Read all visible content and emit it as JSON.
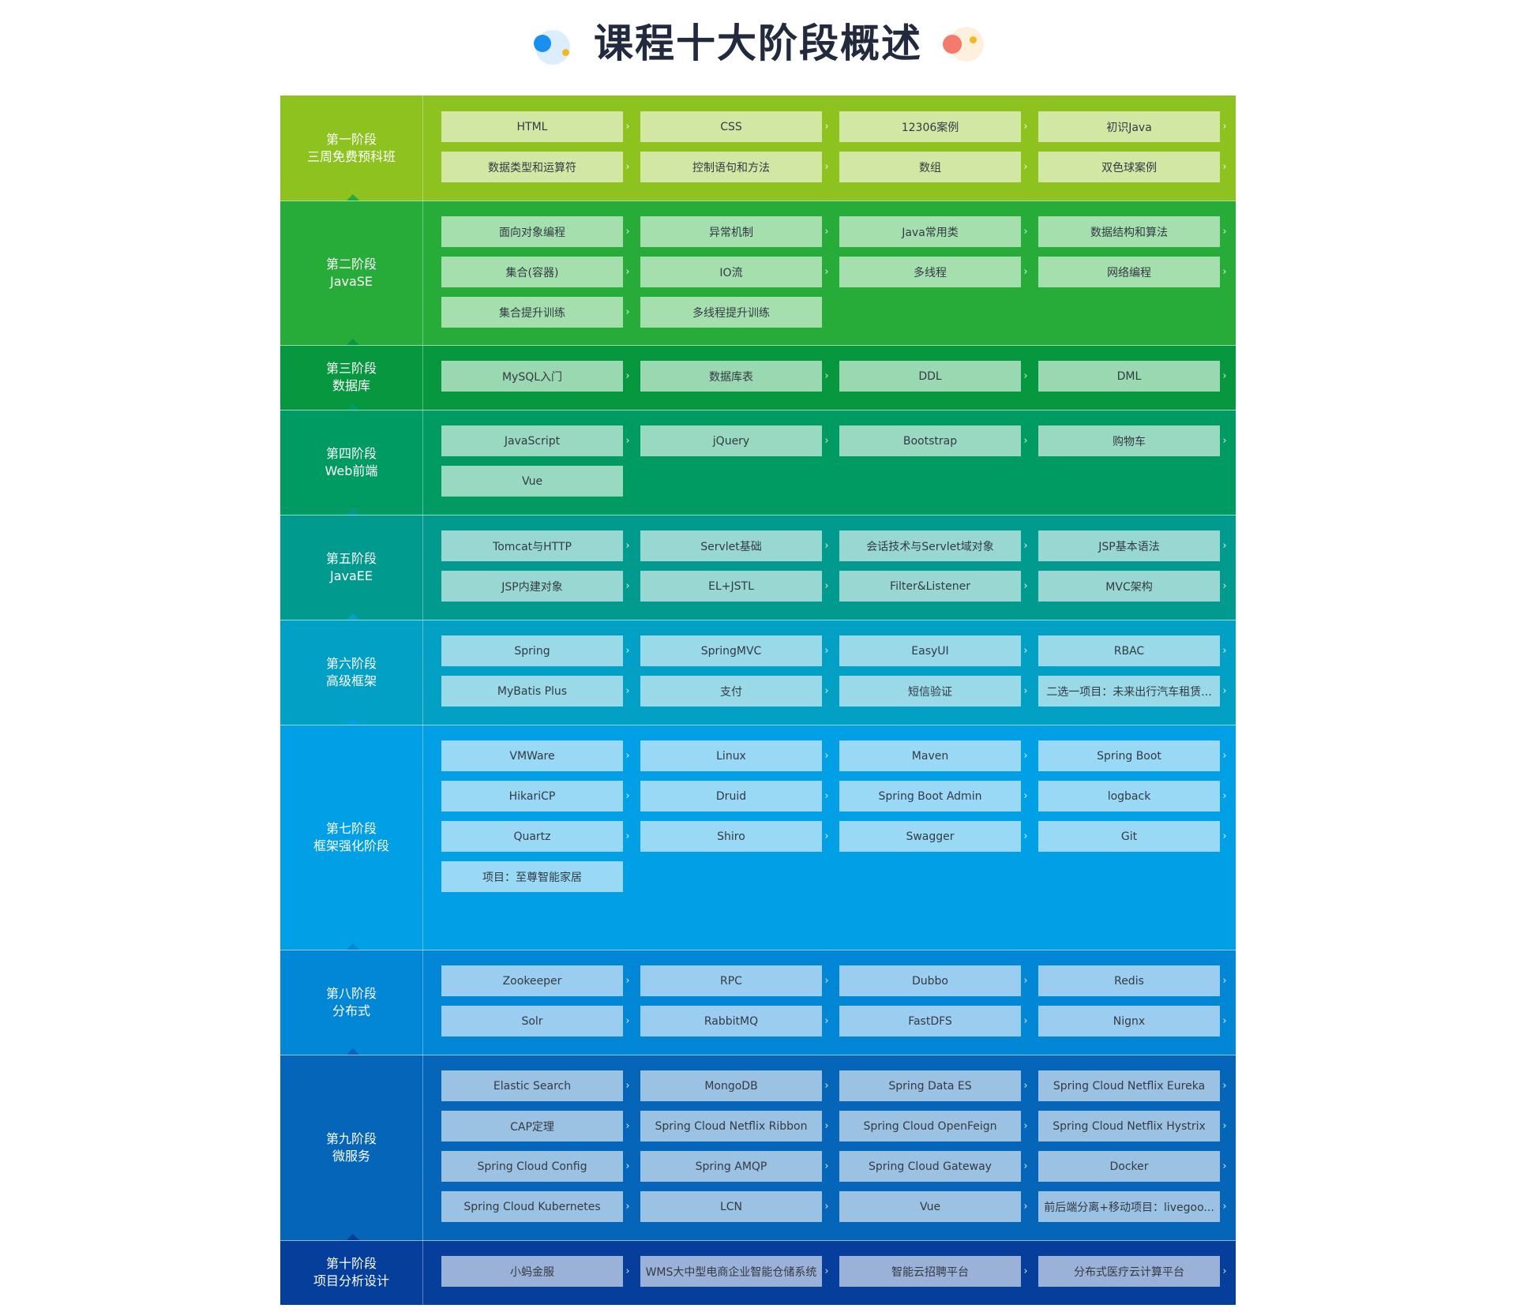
{
  "page": {
    "title": "课程十大阶段概述"
  },
  "stages": [
    {
      "name": "第一阶段",
      "subtitle": "三周免费预科班",
      "color": "#8dc21f",
      "item_bg": "#d3e7a5",
      "items": [
        "HTML",
        "CSS",
        "12306案例",
        "初识Java",
        "数据类型和运算符",
        "控制语句和方法",
        "数组",
        "双色球案例"
      ]
    },
    {
      "name": "第二阶段",
      "subtitle": "JavaSE",
      "color": "#27ac39",
      "item_bg": "#a6dfae",
      "items": [
        "面向对象编程",
        "异常机制",
        "Java常用类",
        "数据结构和算法",
        "集合(容器)",
        "IO流",
        "多线程",
        "网络编程",
        "集合提升训练",
        "多线程提升训练"
      ]
    },
    {
      "name": "第三阶段",
      "subtitle": "数据库",
      "color": "#07973f",
      "item_bg": "#99d8b0",
      "items": [
        "MySQL入门",
        "数据库表",
        "DDL",
        "DML"
      ]
    },
    {
      "name": "第四阶段",
      "subtitle": "Web前端",
      "color": "#009a63",
      "item_bg": "#99d8c1",
      "items": [
        "JavaScript",
        "jQuery",
        "Bootstrap",
        "购物车",
        "Vue"
      ]
    },
    {
      "name": "第五阶段",
      "subtitle": "JavaEE",
      "color": "#009a8e",
      "item_bg": "#99d8d2",
      "items": [
        "Tomcat与HTTP",
        "Servlet基础",
        "会话技术与Servlet域对象",
        "JSP基本语法",
        "JSP内建对象",
        "EL+JSTL",
        "Filter&Listener",
        "MVC架构"
      ]
    },
    {
      "name": "第六阶段",
      "subtitle": "高级框架",
      "color": "#01a0c4",
      "item_bg": "#99d9e8",
      "items": [
        "Spring",
        "SpringMVC",
        "EasyUI",
        "RBAC",
        "MyBatis Plus",
        "支付",
        "短信验证",
        "二选一项目：未来出行汽车租赁..."
      ]
    },
    {
      "name": "第七阶段",
      "subtitle": "框架强化阶段",
      "color": "#01a0e6",
      "item_bg": "#9ad9f5",
      "items": [
        "VMWare",
        "Linux",
        "Maven",
        "Spring Boot",
        "HikariCP",
        "Druid",
        "Spring Boot Admin",
        "logback",
        "Quartz",
        "Shiro",
        "Swagger",
        "Git",
        "项目：至尊智能家居"
      ]
    },
    {
      "name": "第八阶段",
      "subtitle": "分布式",
      "color": "#0286d6",
      "item_bg": "#9acdef",
      "items": [
        "Zookeeper",
        "RPC",
        "Dubbo",
        "Redis",
        "Solr",
        "RabbitMQ",
        "FastDFS",
        "Nignx"
      ]
    },
    {
      "name": "第九阶段",
      "subtitle": "微服务",
      "color": "#0566b9",
      "item_bg": "#9bc2e3",
      "items": [
        "Elastic Search",
        "MongoDB",
        "Spring Data ES",
        "Spring Cloud Netflix Eureka",
        "CAP定理",
        "Spring Cloud Netflix Ribbon",
        "Spring Cloud OpenFeign",
        "Spring Cloud Netflix Hystrix",
        "Spring Cloud Config",
        "Spring AMQP",
        "Spring Cloud Gateway",
        "Docker",
        "Spring Cloud Kubernetes",
        "LCN",
        "Vue",
        "前后端分离+移动项目：livegoo..."
      ]
    },
    {
      "name": "第十阶段",
      "subtitle": "项目分析设计",
      "color": "#053e9b",
      "item_bg": "#9bb2d8",
      "items": [
        "小蚂金服",
        "WMS大中型电商企业智能仓储系统",
        "智能云招聘平台",
        "分布式医疗云计算平台"
      ]
    }
  ]
}
